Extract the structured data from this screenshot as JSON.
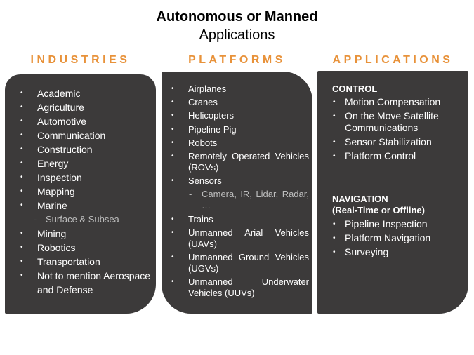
{
  "title": {
    "line1": "Autonomous or Manned",
    "line2": "Applications"
  },
  "columns": {
    "industries": {
      "header": "INDUSTRIES",
      "items": [
        {
          "label": "Academic",
          "level": 1
        },
        {
          "label": "Agriculture",
          "level": 1
        },
        {
          "label": "Automotive",
          "level": 1
        },
        {
          "label": "Communication",
          "level": 1
        },
        {
          "label": "Construction",
          "level": 1
        },
        {
          "label": "Energy",
          "level": 1
        },
        {
          "label": "Inspection",
          "level": 1
        },
        {
          "label": "Mapping",
          "level": 1
        },
        {
          "label": "Marine",
          "level": 1
        },
        {
          "label": "Surface & Subsea",
          "level": 2
        },
        {
          "label": "Mining",
          "level": 1
        },
        {
          "label": "Robotics",
          "level": 1
        },
        {
          "label": "Transportation",
          "level": 1
        },
        {
          "label": "Not to mention Aerospace and Defense",
          "level": 1
        }
      ]
    },
    "platforms": {
      "header": "PLATFORMS",
      "items": [
        {
          "label": "Airplanes",
          "level": 1
        },
        {
          "label": "Cranes",
          "level": 1
        },
        {
          "label": "Helicopters",
          "level": 1
        },
        {
          "label": "Pipeline Pig",
          "level": 1
        },
        {
          "label": "Robots",
          "level": 1
        },
        {
          "label": "Remotely Operated Vehicles (ROVs)",
          "level": 1
        },
        {
          "label": "Sensors",
          "level": 1
        },
        {
          "label": "Camera, IR, Lidar, Radar, …",
          "level": 2
        },
        {
          "label": "Trains",
          "level": 1
        },
        {
          "label": "Unmanned Arial Vehicles (UAVs)",
          "level": 1
        },
        {
          "label": "Unmanned Ground Vehicles (UGVs)",
          "level": 1
        },
        {
          "label": "Unmanned Underwater Vehicles (UUVs)",
          "level": 1
        }
      ]
    },
    "applications": {
      "header": "APPLICATIONS",
      "control": {
        "heading": "CONTROL",
        "items": [
          "Motion Compensation",
          "On the Move Satellite Communications",
          "Sensor Stabilization",
          "Platform Control"
        ]
      },
      "navigation": {
        "heading": "NAVIGATION",
        "subheading": "(Real-Time or Offline)",
        "items": [
          "Pipeline Inspection",
          "Platform Navigation",
          "Surveying"
        ]
      }
    }
  },
  "colors": {
    "accent": "#e8923a",
    "panel": "#3c3a3a",
    "text_on_panel": "#ffffff",
    "subitem": "#bdbdbd"
  }
}
